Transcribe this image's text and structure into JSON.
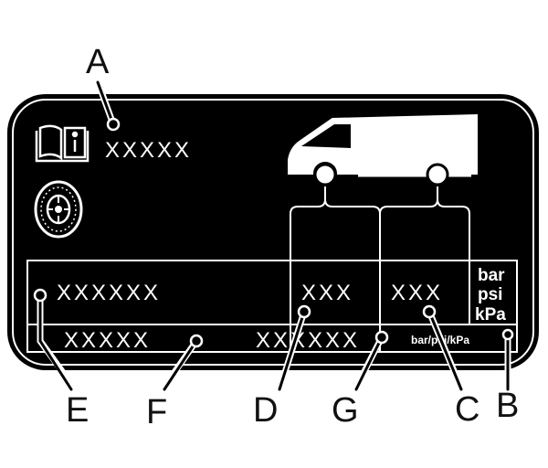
{
  "label_fields": {
    "top_field": "XXXXX",
    "row_main": "XXXXXX",
    "front_pressure": "XXX",
    "rear_pressure": "XXX",
    "bottom_left": "XXXXX",
    "bottom_middle": "XXXXXX",
    "bottom_units": "bar/psi/kPa"
  },
  "units": [
    "bar",
    "psi",
    "kPa"
  ],
  "callouts": {
    "A": "A",
    "B": "B",
    "C": "C",
    "D": "D",
    "E": "E",
    "F": "F",
    "G": "G"
  },
  "icons": [
    "manual-book-info-icon",
    "tire-icon",
    "van-icon"
  ],
  "colors": {
    "label_bg": "#000000",
    "label_fg": "#ffffff",
    "page_bg": "#ffffff"
  }
}
